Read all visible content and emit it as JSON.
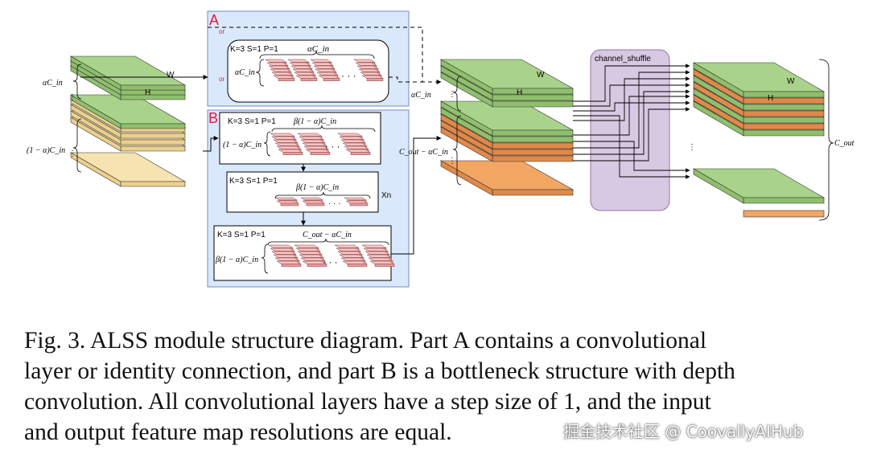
{
  "diagram": {
    "part_a": {
      "label": "A",
      "or_top": "or",
      "or_side": "or",
      "conv_params": "K=3 S=1 P=1",
      "count_label": "αC_in",
      "side_label": "αC_in",
      "dots": "· · ·"
    },
    "part_b": {
      "label": "B",
      "block1": {
        "conv_params": "K=3 S=1 P=1",
        "count_label": "β(1 − α)C_in",
        "side_label": "(1 − α)C_in",
        "dots": "· · ·"
      },
      "block2": {
        "conv_params": "K=3 S=1 P=1",
        "count_label": "β(1 − α)C_in",
        "dots": "· · ·",
        "repeat_label": "Xn"
      },
      "block3": {
        "conv_params": "K=3 S=1 P=1",
        "count_label": "C_out − αC_in",
        "side_label": "β(1 − α)C_in",
        "dots": "· · ·"
      }
    },
    "input": {
      "w_label": "W",
      "h_label": "H",
      "alpha_label": "αC_in",
      "rest_label": "(1 − α)C_in"
    },
    "middle": {
      "w_label": "W",
      "h_label": "H",
      "alpha_label": "αC_in",
      "rest_label": "C_out − αC_in"
    },
    "shuffle": {
      "label": "channel_shuffle"
    },
    "output": {
      "w_label": "W",
      "h_label": "H",
      "cout_label": "C_out"
    },
    "colors": {
      "part_a_fill": "#dae8fc",
      "part_a_stroke": "#6c8ebf",
      "part_label": "#e5183b",
      "green_top": "#a9d38a",
      "green_side": "#8fbf6c",
      "yellow_top": "#f6e3b0",
      "yellow_side": "#ecd08e",
      "orange_top": "#f2a663",
      "orange_side": "#e0894a",
      "kernel_top": "#f5c6c6",
      "kernel_side": "#e89c9c",
      "shuffle_fill": "#d7c9e2",
      "shuffle_stroke": "#9673a6"
    }
  },
  "caption": {
    "line1": "Fig. 3.  ALSS module structure diagram. Part A contains a convolutional",
    "line2": "layer or identity connection, and part B is a bottleneck structure with depth",
    "line3": "convolution. All convolutional layers have a step size of 1, and the input",
    "line4": "and output feature map resolutions are equal."
  },
  "watermark": "掘金技术社区 @ CoovallyAIHub"
}
